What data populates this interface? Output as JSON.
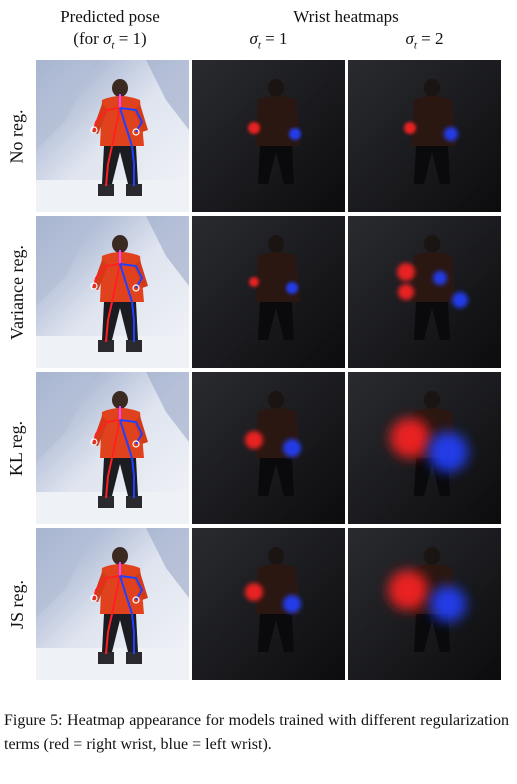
{
  "header": {
    "col1_line1": "Predicted pose",
    "col1_line2_prefix": "(for ",
    "col1_line2_sigma": "σ",
    "col1_line2_sub": "t",
    "col1_line2_suffix": " = 1)",
    "col2_title": "Wrist heatmaps",
    "col2_sigma": "σ",
    "col2_sub": "t",
    "col2_value": " = 1",
    "col3_sigma": "σ",
    "col3_sub": "t",
    "col3_value": " = 2"
  },
  "rows": [
    {
      "label": "No reg."
    },
    {
      "label": "Variance reg."
    },
    {
      "label": "KL reg."
    },
    {
      "label": "JS reg."
    }
  ],
  "caption": "Figure 5: Heatmap appearance for models trained with different regularization terms (red = right wrist, blue = left wrist).",
  "colors": {
    "right_wrist": "#ff2020",
    "left_wrist": "#2040ff",
    "snow": "#e4e8f2",
    "heatmap_bg": "#141416"
  }
}
